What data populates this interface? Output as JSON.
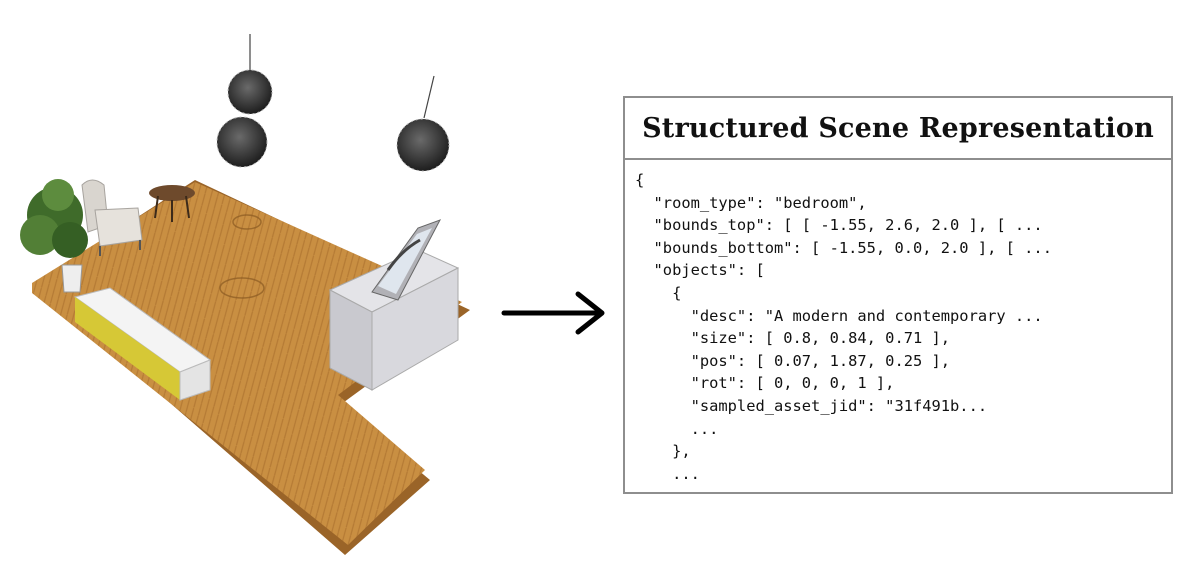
{
  "panel": {
    "title": "Structured Scene Representation",
    "code_lines": [
      "{",
      "  \"room_type\": \"bedroom\",",
      "  \"bounds_top\": [ [ -1.55, 2.6, 2.0 ], [ ...",
      "  \"bounds_bottom\": [ -1.55, 0.0, 2.0 ], [ ...",
      "  \"objects\": [",
      "    {",
      "      \"desc\": \"A modern and contemporary ...",
      "      \"size\": [ 0.8, 0.84, 0.71 ],",
      "      \"pos\": [ 0.07, 1.87, 0.25 ],",
      "      \"rot\": [ 0, 0, 0, 1 ],",
      "      \"sampled_asset_jid\": \"31f491b...",
      "      ...",
      "    },",
      "    ..."
    ]
  },
  "colors": {
    "floor": "#c48a3c",
    "floor_edge": "#9a6428",
    "cabinet": "#cfcfd4",
    "bench_accent": "#d6c836",
    "panel_border": "#8e8e8e"
  }
}
